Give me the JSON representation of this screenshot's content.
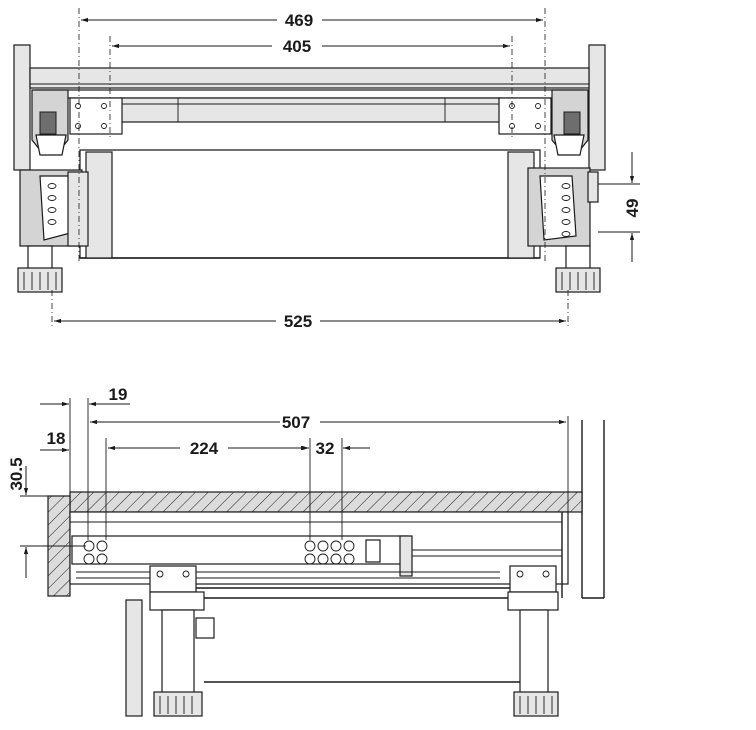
{
  "dimensions": {
    "top_view": {
      "overall_width": "469",
      "inner_width": "405",
      "base_width": "525",
      "side_height": "49"
    },
    "side_view": {
      "front_offset": "19",
      "front_setback": "18",
      "rail_length": "507",
      "hole_offset": "224",
      "hole_spacing": "32",
      "rail_height": "30.5"
    }
  },
  "colors": {
    "line": "#1a1a1a",
    "fill_gray": "#d4d4d4",
    "fill_light": "#e6e6e6",
    "fill_dark": "#6e6e6e"
  }
}
